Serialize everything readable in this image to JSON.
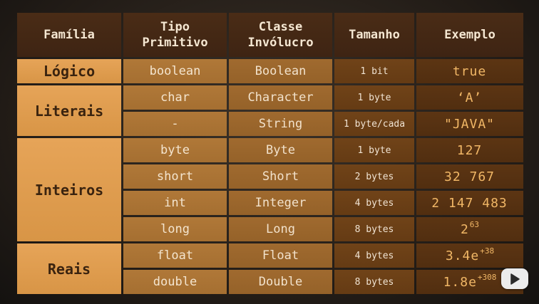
{
  "headers": {
    "familia": "Família",
    "tipo_1": "Tipo",
    "tipo_2": "Primitivo",
    "classe_1": "Classe",
    "classe_2": "Invólucro",
    "tamanho": "Tamanho",
    "exemplo": "Exemplo"
  },
  "families": {
    "logico": "Lógico",
    "literais": "Literais",
    "inteiros": "Inteiros",
    "reais": "Reais"
  },
  "rows": [
    {
      "primitive": "boolean",
      "wrapper": "Boolean",
      "size": "1 bit",
      "example": "true",
      "example_sup": ""
    },
    {
      "primitive": "char",
      "wrapper": "Character",
      "size": "1 byte",
      "example": "‘A’",
      "example_sup": ""
    },
    {
      "primitive": "-",
      "wrapper": "String",
      "size": "1 byte/cada",
      "example": "\"JAVA\"",
      "example_sup": ""
    },
    {
      "primitive": "byte",
      "wrapper": "Byte",
      "size": "1 byte",
      "example": "127",
      "example_sup": ""
    },
    {
      "primitive": "short",
      "wrapper": "Short",
      "size": "2 bytes",
      "example": "32 767",
      "example_sup": ""
    },
    {
      "primitive": "int",
      "wrapper": "Integer",
      "size": "4 bytes",
      "example": "2 147 483",
      "example_sup": ""
    },
    {
      "primitive": "long",
      "wrapper": "Long",
      "size": "8 bytes",
      "example": "2",
      "example_sup": "63"
    },
    {
      "primitive": "float",
      "wrapper": "Float",
      "size": "4 bytes",
      "example": "3.4e",
      "example_sup": "+38"
    },
    {
      "primitive": "double",
      "wrapper": "Double",
      "size": "8 bytes",
      "example": "1.8e",
      "example_sup": "+308"
    }
  ],
  "colors": {
    "header_bg": "#4a2c16",
    "family_bg": "#e6a458",
    "primitive_bg": "#b07838",
    "wrapper_bg": "#a06a2f",
    "size_bg": "#704318",
    "example_bg": "#5c3513",
    "example_text": "#f1b766"
  },
  "overlay": {
    "icon": "play-icon"
  }
}
